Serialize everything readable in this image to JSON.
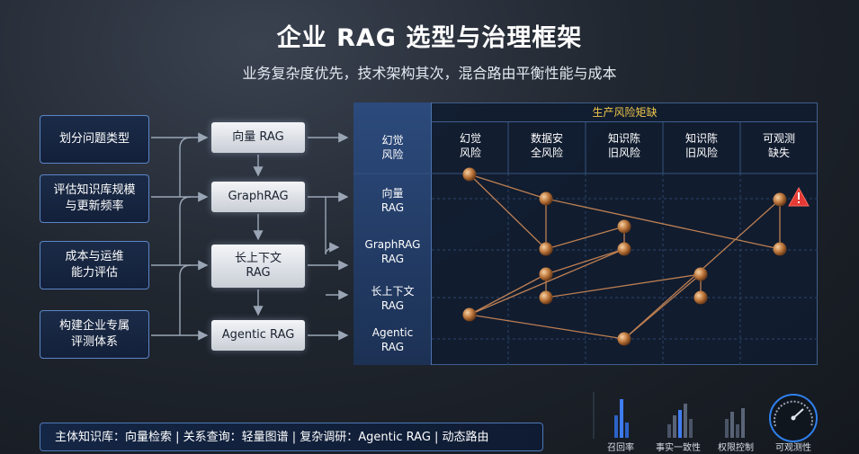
{
  "title": "企业 RAG 选型与治理框架",
  "subtitle": "业务复杂度优先，技术架构其次，混合路由平衡性能与成本",
  "steps": [
    "划分问题类型",
    "评估知识库规模\n与更新频率",
    "成本与运维\n能力评估",
    "构建企业专属\n评测体系"
  ],
  "modes": [
    "向量 RAG",
    "GraphRAG",
    "长上下文\nRAG",
    "Agentic RAG"
  ],
  "matrix": {
    "caption": "生产风险矩缺",
    "corner_label": "幻觉\n风险",
    "columns": [
      "幻觉\n风险",
      "数据安\n全风险",
      "知识陈\n旧风险",
      "知识陈\n旧风险",
      "可观测\n缺失"
    ],
    "rows": [
      "向量\nRAG",
      "GraphRAG\nRAG",
      "长上下文\nRAG",
      "Agentic\nRAG"
    ],
    "warning_icon": "warning-triangle-icon"
  },
  "bottom_bar": "主体知识库：向量检索 | 关系查询：轻量图谱 | 复杂调研：Agentic RAG | 动态路由",
  "metrics": [
    "召回率",
    "事实一致性",
    "权限控制",
    "可观测性"
  ],
  "colors": {
    "accent": "#4c78b8",
    "caption": "#f0c64a",
    "node": "#c07a3e",
    "warning": "#e53935"
  }
}
